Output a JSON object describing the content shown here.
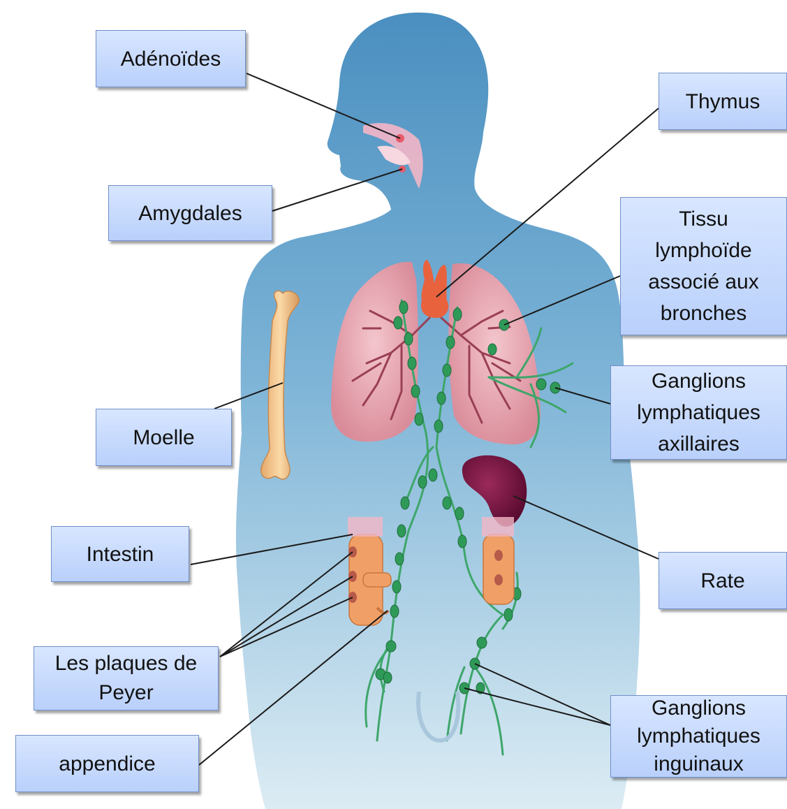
{
  "labels": {
    "adenoides": "Adénoïdes",
    "amygdales": "Amygdales",
    "thymus": "Thymus",
    "tissu": [
      "Tissu",
      "lymphoïde",
      "associé aux",
      "bronches"
    ],
    "moelle": "Moelle",
    "axillaires": [
      "Ganglions",
      "lymphatiques",
      "axillaires"
    ],
    "intestin": "Intestin",
    "rate": "Rate",
    "peyer": [
      "Les plaques de",
      "Peyer"
    ],
    "inguinaux": [
      "Ganglions",
      "lymphatiques",
      "inguinaux"
    ],
    "appendice": "appendice"
  },
  "colors": {
    "body_top": "#4f95c4",
    "body_bottom": "#d6e8f2",
    "lung": "#e8a9b4",
    "bronchi": "#9a3f55",
    "node": "#2f9a58",
    "lymph_vessel": "#3ea66a",
    "thymus": "#e8623e",
    "spleen": "#6b1038",
    "bone": "#f2c48c",
    "intestine": "#f0a066",
    "label_fill": "#c8dbfd",
    "label_border": "#6f8fc9"
  }
}
